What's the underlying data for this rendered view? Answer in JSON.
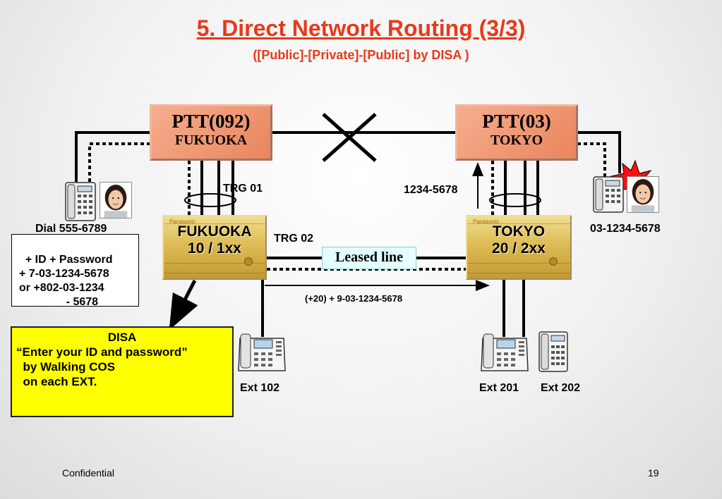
{
  "title": "5. Direct Network Routing (3/3) ",
  "subtitle": "([Public]-[Private]-[Public] by DISA )",
  "ptt_left": {
    "line1": "PTT(092)",
    "line2": "FUKUOKA"
  },
  "ptt_right": {
    "line1": "PTT(03)",
    "line2": "TOKYO"
  },
  "pbx_left": {
    "line1": "FUKUOKA",
    "line2": "10 / 1xx",
    "brand": "Panasonic"
  },
  "pbx_right": {
    "line1": "TOKYO",
    "line2": "20 / 2xx",
    "brand": "Panasonic"
  },
  "labels": {
    "trg01": "TRG 01",
    "trg02": "TRG 02",
    "number_1234": "1234-5678",
    "caller_number": "03-1234-5678",
    "leased_line": "Leased line",
    "route_number": "(+20) + 9-03-1234-5678",
    "ext102": "Ext 102",
    "ext201": "Ext 201",
    "ext202": "Ext 202",
    "dial": "Dial 555-6789"
  },
  "dial_box": {
    "text": "+ ID + Password\n+ 7-03-1234-5678\nor +802-03-1234\n               - 5678"
  },
  "disa_box": {
    "title": "DISA",
    "body": "“Enter your ID and password”\n  by Walking COS\n  on each EXT."
  },
  "footer": {
    "left": "Confidential",
    "page": "19"
  },
  "colors": {
    "title": "#e8391a",
    "ptt": "#ec8f66",
    "pbx": "#d9b653",
    "disa": "#ffff00",
    "leased": "#e4fdfd"
  },
  "icons": [
    "phone-icon",
    "person-icon",
    "ringing-burst-icon",
    "blocked-x-icon"
  ]
}
